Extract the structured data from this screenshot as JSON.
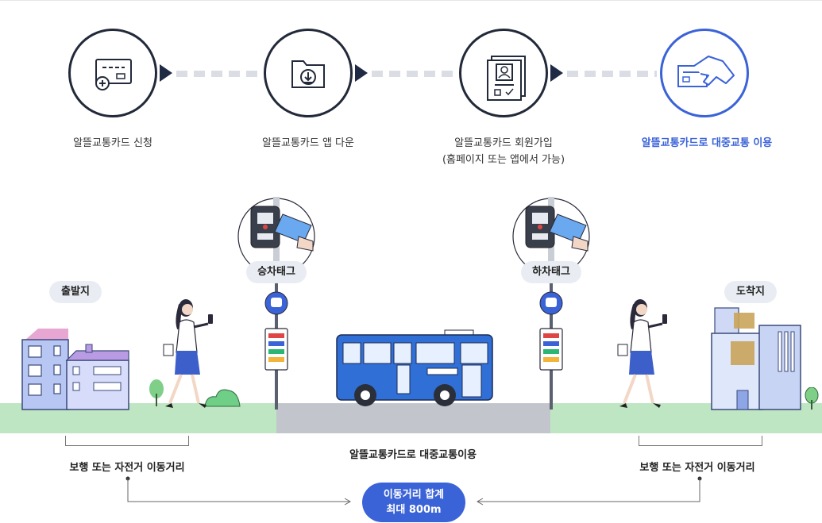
{
  "steps": [
    {
      "label": "알뜰교통카드 신청",
      "icon": "card-plus-icon"
    },
    {
      "label": "알뜰교통카드 앱 다운",
      "icon": "folder-download-icon"
    },
    {
      "label": "알뜰교통카드 회원가입",
      "sub": "(홈페이지 또는 앱에서 가능)",
      "icon": "id-document-icon"
    },
    {
      "label": "알뜰교통카드로 대중교통 이용",
      "icon": "hand-card-icon"
    }
  ],
  "scene": {
    "origin_label": "출발지",
    "destination_label": "도착지",
    "board_tag_label": "승차태그",
    "alight_tag_label": "하차태그",
    "walk_left_label": "보행 또는 자전거 이동거리",
    "walk_right_label": "보행 또는 자전거 이동거리",
    "transit_label": "알뜰교통카드로 대중교통이용",
    "total_line1": "이동거리 합계",
    "total_line2": "최대 800m"
  },
  "colors": {
    "accent": "#3b63d8",
    "dark": "#1f2a44",
    "ground": "#bfe6c2",
    "road": "#c2c6cc",
    "bus": "#2f6fd6"
  }
}
